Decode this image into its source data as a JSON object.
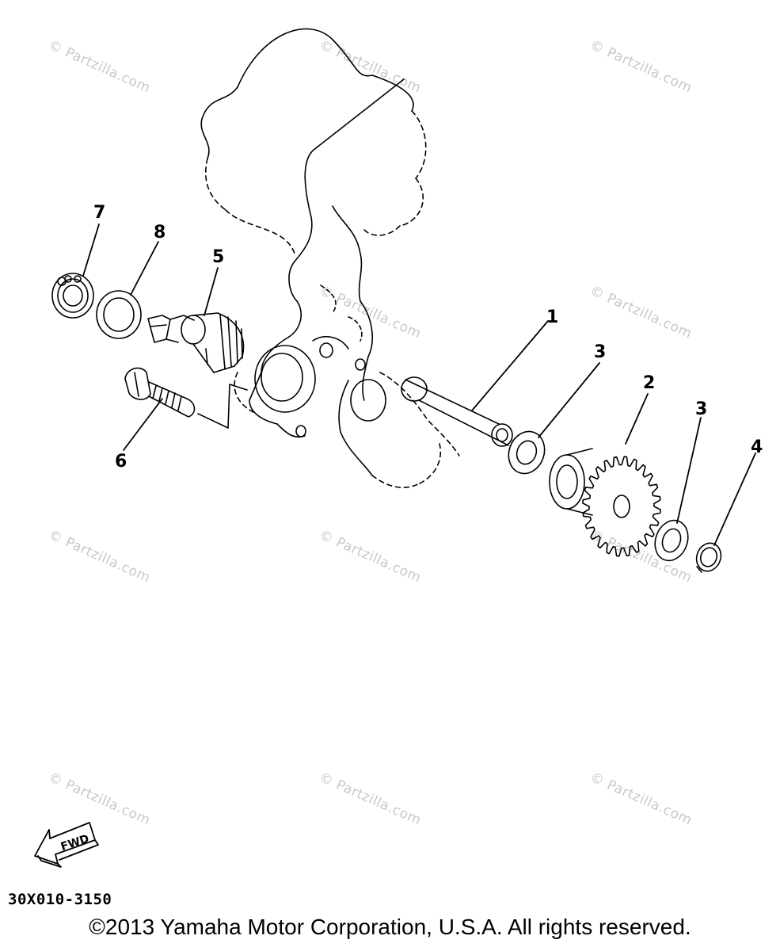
{
  "watermark": "© Partzilla.com",
  "callouts": {
    "p1": "1",
    "p2": "2",
    "p3a": "3",
    "p3b": "3",
    "p4": "4",
    "p5": "5",
    "p6": "6",
    "p7": "7",
    "p8": "8"
  },
  "fwd_arrow": "FWD",
  "diagram_code": "30X010-3150",
  "copyright": "©2013  Yamaha Motor Corporation, U.S.A. All rights reserved."
}
